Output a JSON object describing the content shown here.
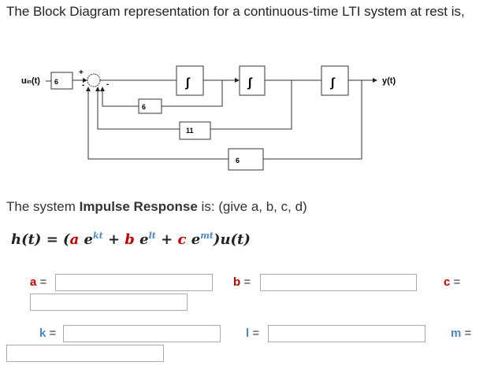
{
  "title": "The Block Diagram representation for a continuous-time LTI system at rest is,",
  "diagram": {
    "input_label": "u",
    "input_sub": "in",
    "input_suffix": "(t)",
    "output_label": "y(t)",
    "input_gain": "6",
    "integrator": "∫",
    "fb1": "6",
    "fb2": "11",
    "fb3": "6",
    "plus": "+",
    "minus": "-"
  },
  "subtitle_pre": "The system ",
  "subtitle_bold": "Impulse Response",
  "subtitle_post": " is: (give a, b, c, d)",
  "formula": {
    "lhs": "h(t) = (",
    "a": "a",
    "e1": " e",
    "k": "kt",
    "p1": " + ",
    "b": "b",
    "e2": " e",
    "l": "lt",
    "p2": " + ",
    "c": "c",
    "e3": " e",
    "m": "mt",
    "rhs": ")u(t)"
  },
  "fields": {
    "a": "a",
    "b": "b",
    "c": "c",
    "k": "k",
    "l": "l",
    "m": "m",
    "eq": " ="
  }
}
